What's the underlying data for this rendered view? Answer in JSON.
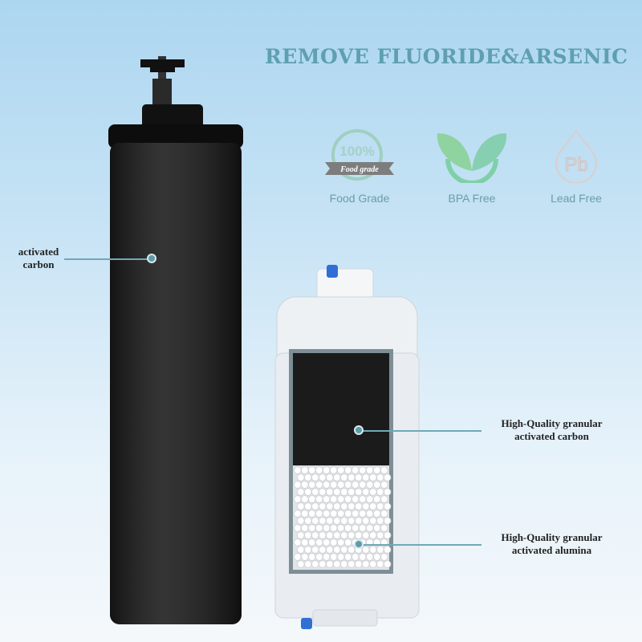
{
  "title": "REMOVE FLUORIDE&ARSENIC",
  "badges": [
    {
      "icon": "food-grade-icon",
      "emblem_top": "100%",
      "emblem_ribbon": "Food  grade",
      "label": "Food Grade"
    },
    {
      "icon": "leaf-icon",
      "label": "BPA Free"
    },
    {
      "icon": "lead-free-drop-icon",
      "emblem": "Pb",
      "label": "Lead Free"
    }
  ],
  "callouts": {
    "black_filter": {
      "line1": "activated",
      "line2": "carbon"
    },
    "carbon": {
      "line1": "High-Quality granular",
      "line2": "activated carbon"
    },
    "alumina": {
      "line1": "High-Quality granular",
      "line2": "activated alumina"
    }
  },
  "colors": {
    "title": "#5e9fb0",
    "accent": "#5f9aa6"
  }
}
